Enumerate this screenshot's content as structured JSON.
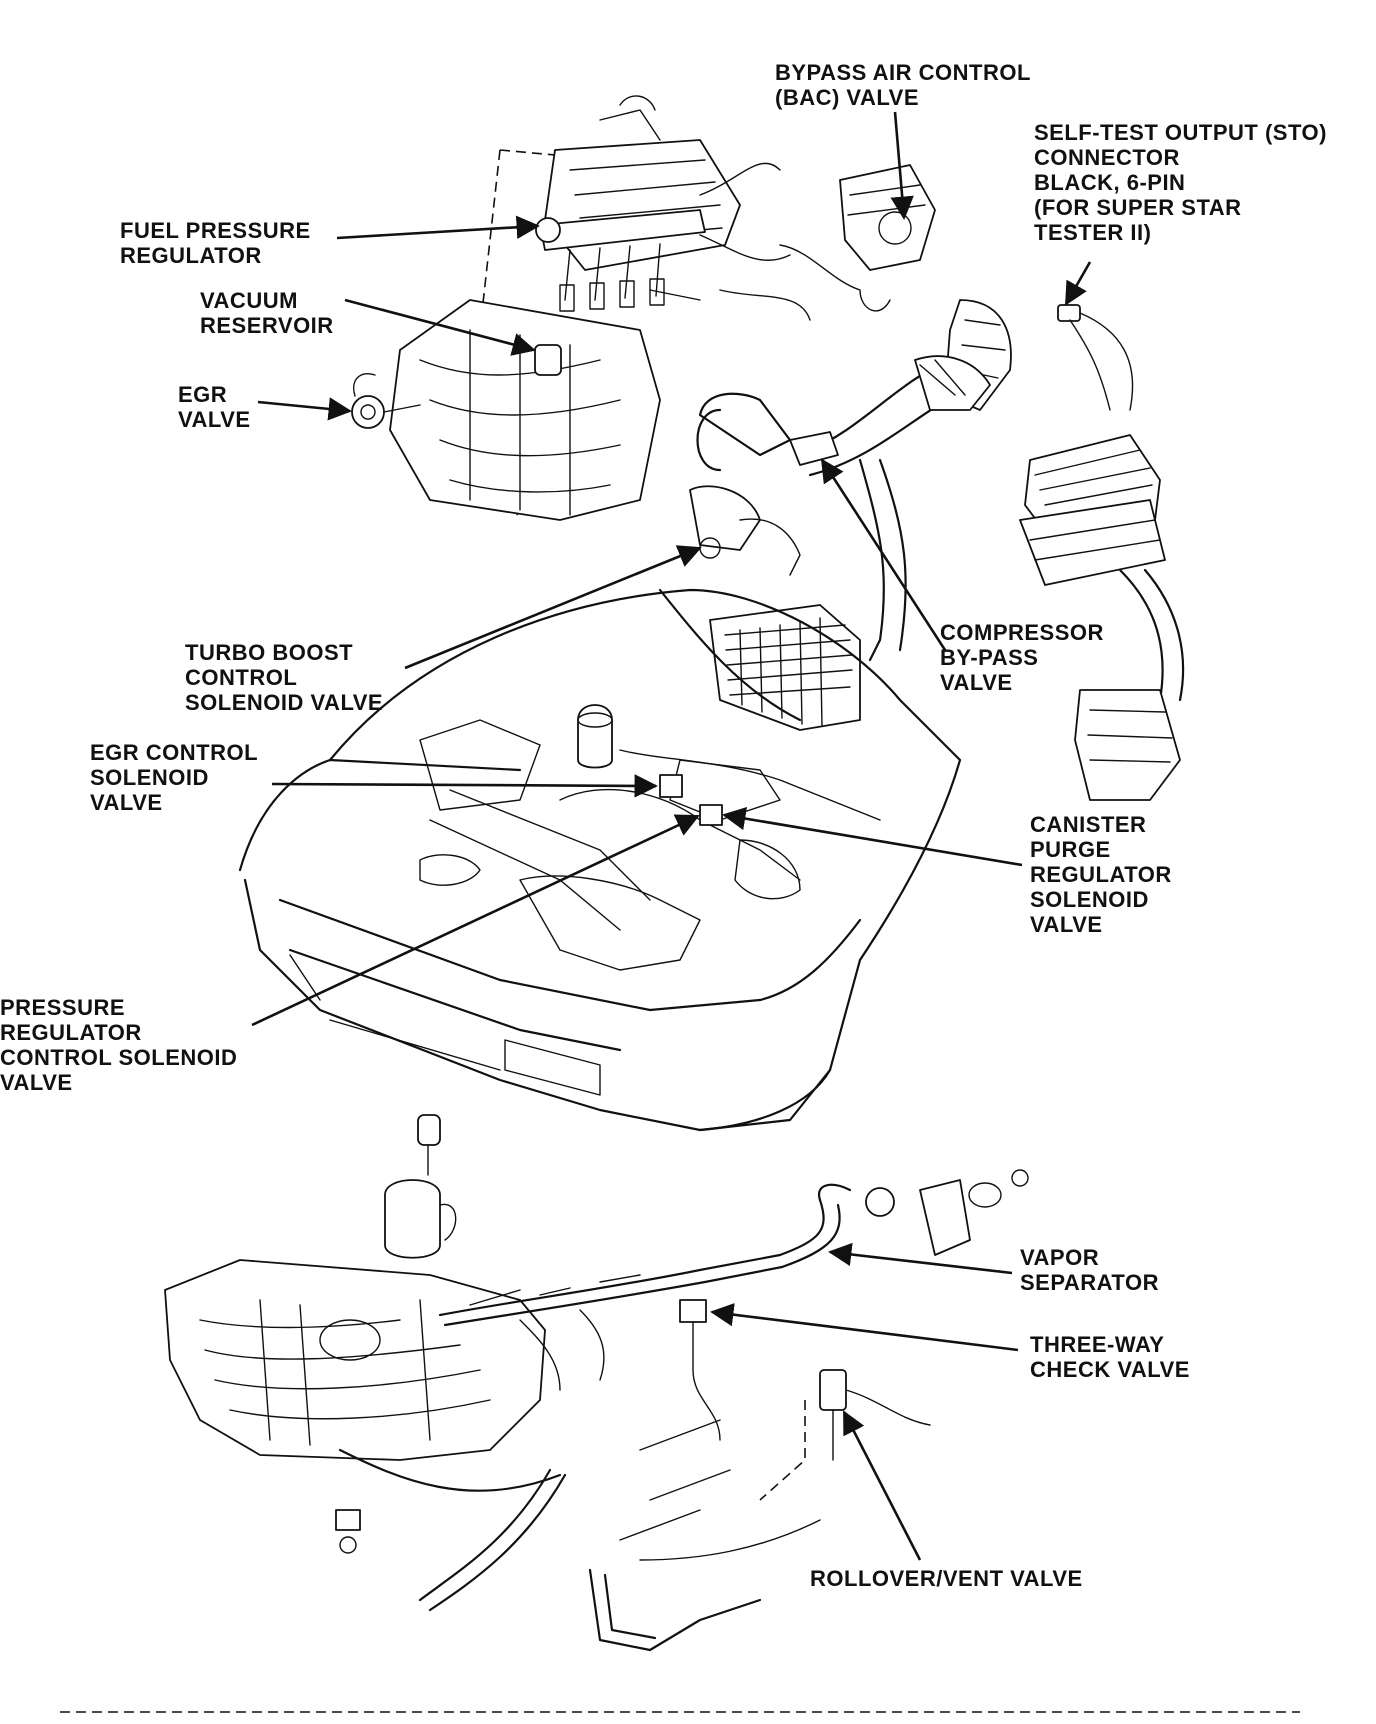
{
  "labels": {
    "bac_valve": [
      "BYPASS AIR CONTROL",
      "(BAC) VALVE"
    ],
    "sto_connector": [
      "SELF-TEST OUTPUT (STO)",
      "CONNECTOR",
      "BLACK, 6-PIN",
      "(FOR SUPER STAR",
      "TESTER II)"
    ],
    "fuel_pressure_regulator": [
      "FUEL PRESSURE",
      "REGULATOR"
    ],
    "vacuum_reservoir": [
      "VACUUM",
      "RESERVOIR"
    ],
    "egr_valve": [
      "EGR",
      "VALVE"
    ],
    "turbo_boost_solenoid": [
      "TURBO BOOST",
      "CONTROL",
      "SOLENOID VALVE"
    ],
    "compressor_bypass_valve": [
      "COMPRESSOR",
      "BY-PASS",
      "VALVE"
    ],
    "egr_control_solenoid": [
      "EGR CONTROL",
      "SOLENOID",
      "VALVE"
    ],
    "canister_purge_solenoid": [
      "CANISTER",
      "PURGE",
      "REGULATOR",
      "SOLENOID",
      "VALVE"
    ],
    "pressure_regulator_solenoid": [
      "PRESSURE",
      "REGULATOR",
      "CONTROL SOLENOID",
      "VALVE"
    ],
    "vapor_separator": [
      "VAPOR",
      "SEPARATOR"
    ],
    "three_way_check_valve": [
      "THREE-WAY",
      "CHECK VALVE"
    ],
    "rollover_vent_valve": [
      "ROLLOVER/VENT VALVE"
    ]
  },
  "colors": {
    "ink": "#111111",
    "paper": "#ffffff"
  }
}
